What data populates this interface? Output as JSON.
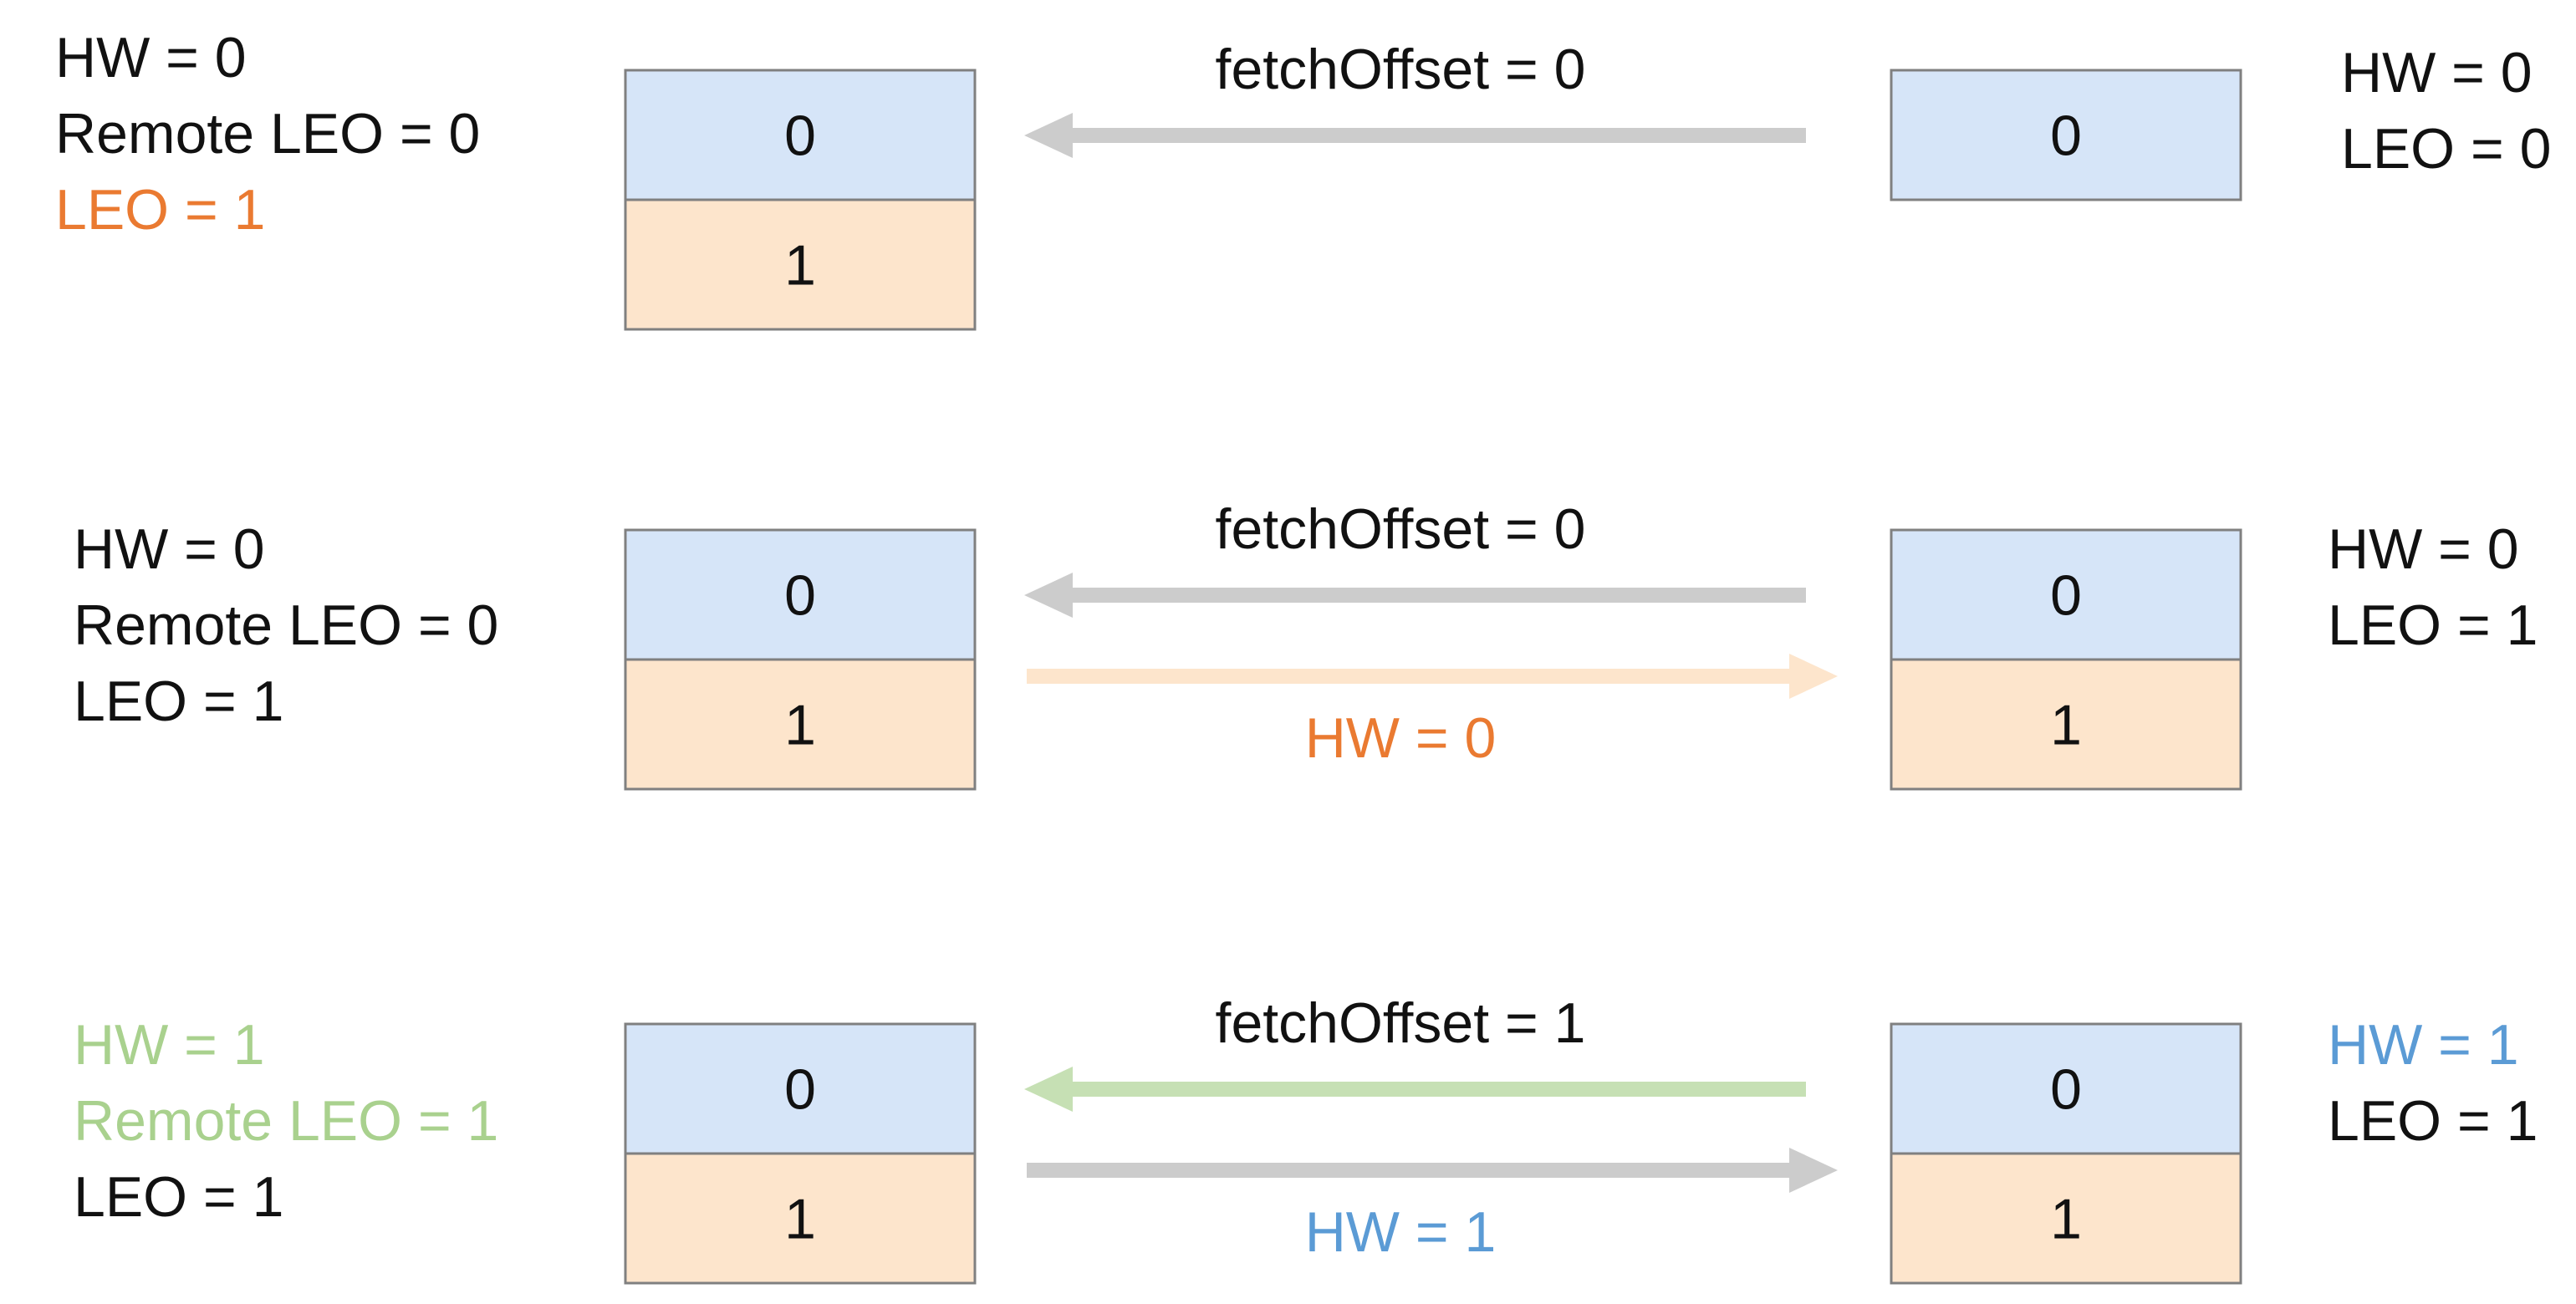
{
  "colors": {
    "text": "#111111",
    "orange": "#EA7A31",
    "green": "#A9D18E",
    "blue": "#5B9BD5",
    "gray_arrow": "#CCCCCC",
    "peach_arrow": "#FDE5CC",
    "green_arrow": "#C6E0B4",
    "cell_blue": "#D6E5F8",
    "cell_orange": "#FDE5CC",
    "cell_border": "#808080"
  },
  "steps": [
    {
      "leader": {
        "labels": [
          {
            "text": "HW = 0",
            "color": "#111111"
          },
          {
            "text": "Remote LEO = 0",
            "color": "#111111"
          },
          {
            "text": "LEO = 1",
            "color": "#EA7A31"
          }
        ],
        "cells": [
          "0",
          "1"
        ]
      },
      "follower": {
        "labels": [
          {
            "text": "HW = 0",
            "color": "#111111"
          },
          {
            "text": "LEO = 0",
            "color": "#111111"
          }
        ],
        "cells": [
          "0"
        ]
      },
      "fetch": {
        "text": "fetchOffset = 0",
        "arrow_color": "#CCCCCC"
      },
      "response": null
    },
    {
      "leader": {
        "labels": [
          {
            "text": "HW = 0",
            "color": "#111111"
          },
          {
            "text": "Remote LEO = 0",
            "color": "#111111"
          },
          {
            "text": "LEO = 1",
            "color": "#111111"
          }
        ],
        "cells": [
          "0",
          "1"
        ]
      },
      "follower": {
        "labels": [
          {
            "text": "HW = 0",
            "color": "#111111"
          },
          {
            "text": "LEO = 1",
            "color": "#111111"
          }
        ],
        "cells": [
          "0",
          "1"
        ]
      },
      "fetch": {
        "text": "fetchOffset = 0",
        "arrow_color": "#CCCCCC"
      },
      "response": {
        "text": "HW = 0",
        "text_color": "#EA7A31",
        "arrow_color": "#FDE5CC"
      }
    },
    {
      "leader": {
        "labels": [
          {
            "text": "HW = 1",
            "color": "#A9D18E"
          },
          {
            "text": "Remote LEO = 1",
            "color": "#A9D18E"
          },
          {
            "text": "LEO = 1",
            "color": "#111111"
          }
        ],
        "cells": [
          "0",
          "1"
        ]
      },
      "follower": {
        "labels": [
          {
            "text": "HW = 1",
            "color": "#5B9BD5"
          },
          {
            "text": "LEO = 1",
            "color": "#111111"
          }
        ],
        "cells": [
          "0",
          "1"
        ]
      },
      "fetch": {
        "text": "fetchOffset = 1",
        "arrow_color": "#C6E0B4"
      },
      "response": {
        "text": "HW = 1",
        "text_color": "#5B9BD5",
        "arrow_color": "#CCCCCC"
      }
    }
  ]
}
